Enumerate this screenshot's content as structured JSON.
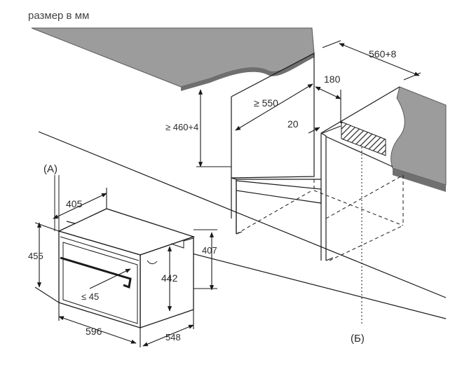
{
  "title": "размер в мм",
  "refs": {
    "a": "(А)",
    "b": "(Б)"
  },
  "dims": {
    "niche_width": "560+8",
    "depth_min": "≥ 550",
    "vent_width": "180",
    "vent_gap": "20",
    "niche_height": "≥ 460+4",
    "oven_front_depth": "405",
    "oven_total_height": "455",
    "oven_body_height": "442",
    "oven_side_height": "407",
    "door_gap": "≤ 45",
    "oven_width": "596",
    "oven_depth": "548"
  },
  "colors": {
    "countertop": "#9a9a9a",
    "countertop_edge": "#6e6e6e",
    "line": "#1a1a1a",
    "vent_hatch": "#222222"
  }
}
